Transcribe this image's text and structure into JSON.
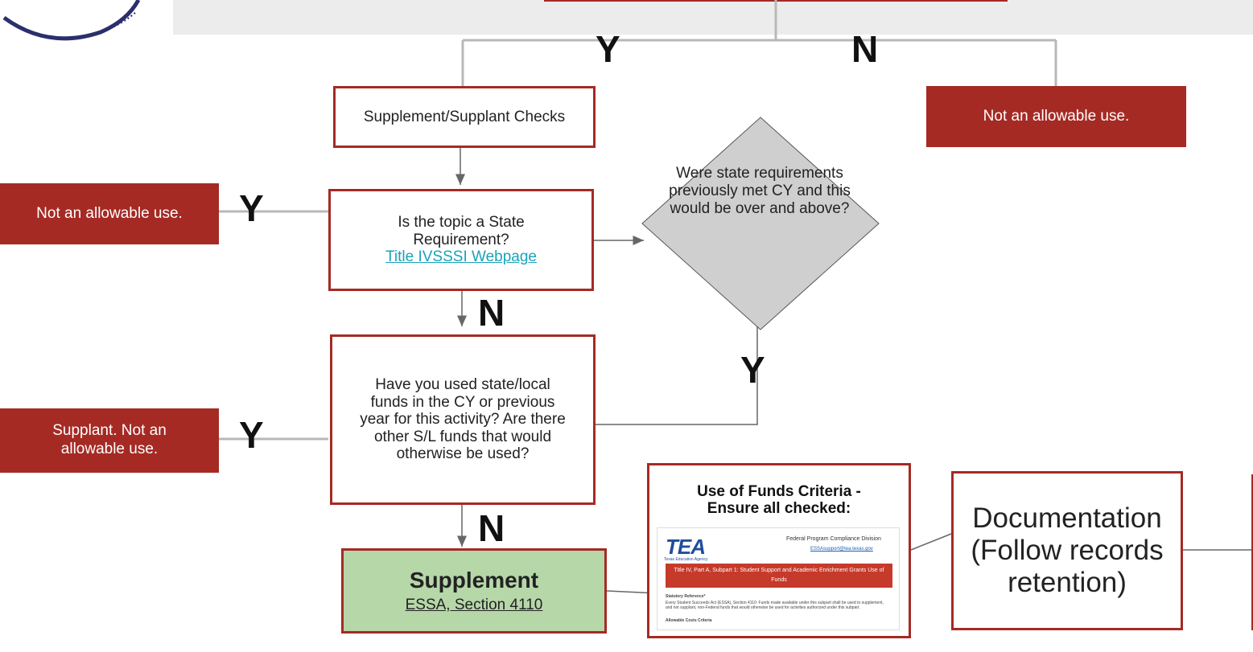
{
  "labels": {
    "y": "Y",
    "n": "N"
  },
  "nodes": {
    "supp_checks": "Supplement/Supplant Checks",
    "not_allowable_right": "Not an allowable use.",
    "not_allowable_left": "Not an allowable use.",
    "state_req_q": "Is the topic a State Requirement?",
    "state_req_link": "Title IVSSSI Webpage",
    "state_prev_q": "Were state requirements previously met CY and this would be over and above?",
    "funds_q": "Have you used state/local funds in the CY or previous year for this activity? Are there other S/L funds that would otherwise be used?",
    "supplant_left": "Supplant. Not an allowable use.",
    "supplement_title": "Supplement",
    "supplement_link": "ESSA, Section 4110",
    "criteria_title": "Use of Funds Criteria - Ensure all checked:",
    "documentation": "Documentation (Follow records retention)"
  },
  "criteria_doc": {
    "logo": "TEA",
    "logo_sub": "Texas Education Agency",
    "division": "Federal Program Compliance Division",
    "email": "ESSAsupport@tea.texas.gov",
    "banner": "Title IV, Part A, Subpart 1: Student Support and Academic Enrichment Grants Use of Funds",
    "statutory_heading": "Statutory Reference*",
    "statutory_text": "Every Student Succeeds Act (ESSA), Section 4110: Funds made available under this subpart shall be used to supplement, and not supplant, non-Federal funds that would otherwise be used for activities authorized under this subpart.",
    "allowable_heading": "Allowable Costs Criteria"
  },
  "colors": {
    "red": "#a52a24",
    "green": "#b6d7a8",
    "link": "#1aa3b8",
    "gray_band": "#ececec"
  }
}
